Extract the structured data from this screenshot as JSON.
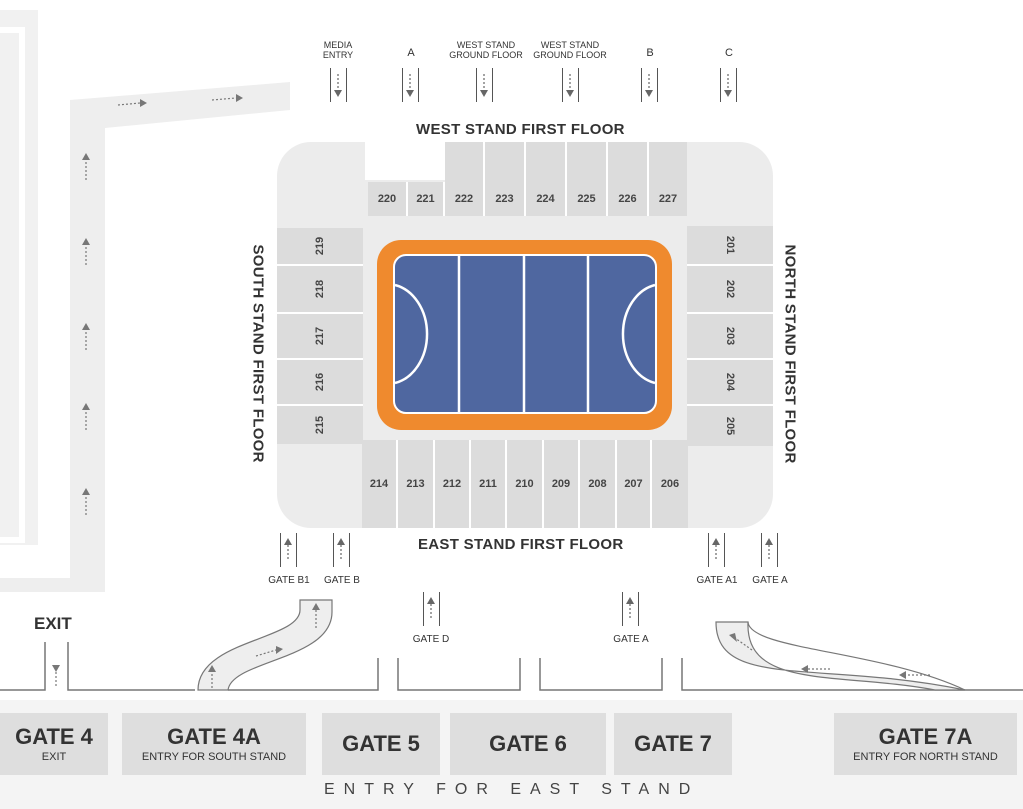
{
  "stands": {
    "west": "WEST STAND FIRST FLOOR",
    "east": "EAST STAND FIRST FLOOR",
    "south": "SOUTH STAND FIRST FLOOR",
    "north": "NORTH STAND FIRST FLOOR"
  },
  "blocks": {
    "west": [
      "220",
      "221",
      "222",
      "223",
      "224",
      "225",
      "226",
      "227"
    ],
    "east": [
      "214",
      "213",
      "212",
      "211",
      "210",
      "209",
      "208",
      "207",
      "206"
    ],
    "south": [
      "219",
      "218",
      "217",
      "216",
      "215"
    ],
    "north": [
      "201",
      "202",
      "203",
      "204",
      "205"
    ]
  },
  "top_entries": [
    {
      "line1": "MEDIA",
      "line2": "ENTRY"
    },
    {
      "line1": "A",
      "line2": ""
    },
    {
      "line1": "WEST STAND",
      "line2": "GROUND FLOOR"
    },
    {
      "line1": "WEST STAND",
      "line2": "GROUND FLOOR"
    },
    {
      "line1": "B",
      "line2": ""
    },
    {
      "line1": "C",
      "line2": ""
    }
  ],
  "stand_gates": [
    "GATE B1",
    "GATE B",
    "GATE D",
    "GATE A",
    "GATE A1",
    "GATE A"
  ],
  "exit_label": "EXIT",
  "gates": [
    {
      "name": "GATE 4",
      "sub": "EXIT"
    },
    {
      "name": "GATE 4A",
      "sub": "ENTRY FOR SOUTH STAND"
    },
    {
      "name": "GATE 5",
      "sub": ""
    },
    {
      "name": "GATE 6",
      "sub": ""
    },
    {
      "name": "GATE 7",
      "sub": ""
    },
    {
      "name": "GATE 7A",
      "sub": "ENTRY FOR NORTH STAND"
    }
  ],
  "bottom_caption": "ENTRY FOR EAST STAND",
  "colors": {
    "court": "#4f67a0",
    "court_border": "#ef8a2e",
    "seats": "#dcdcdc",
    "concourse": "#eeeeee"
  }
}
